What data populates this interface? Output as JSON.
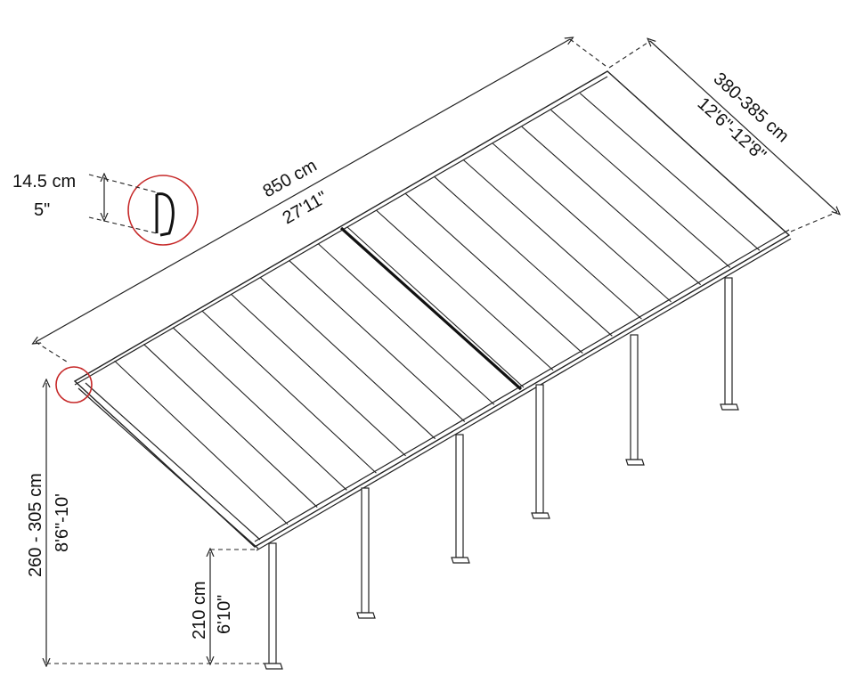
{
  "dimensions": {
    "length_cm": "850 cm",
    "length_ft": "27'11\"",
    "width_cm": "380-385 cm",
    "width_ft": "12'6\"-12'8\"",
    "height_cm": "260 - 305 cm",
    "height_ft": "8'6\"-10'",
    "low_height_cm": "210 cm",
    "low_height_ft": "6'10\"",
    "gutter_cm": "14.5 cm",
    "gutter_in": "5\""
  },
  "colors": {
    "callout": "#c62828",
    "line": "#222222"
  },
  "structure": {
    "panels": 18,
    "posts": 6
  }
}
